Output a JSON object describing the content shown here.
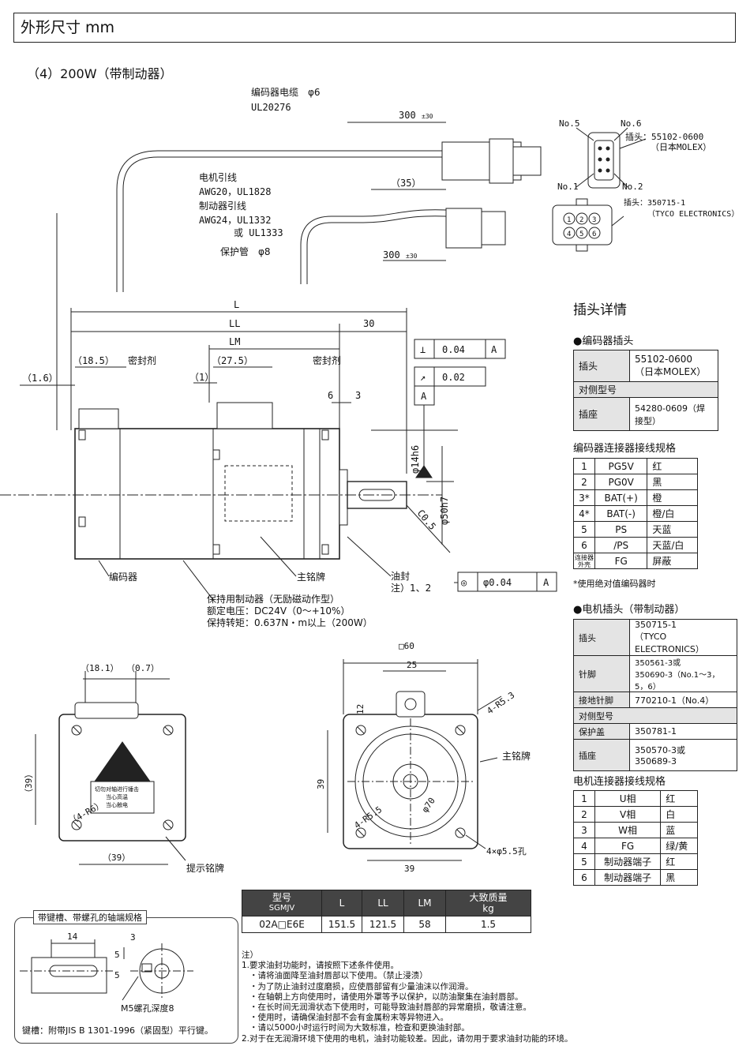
{
  "header": {
    "title": "外形尺寸 mm"
  },
  "subtitle": "（4）200W（带制动器）",
  "drawing": {
    "encoder_cable": "编码器电缆　φ6",
    "encoder_cable_ul": "UL20276",
    "len_300a": "300",
    "tol_30": "±30",
    "motor_lead": "电机引线",
    "motor_lead_awg": "AWG20，UL1828",
    "brake_lead": "制动器引线",
    "brake_lead_awg": "AWG24，UL1332",
    "brake_lead_or": "或 UL1333",
    "dim_35": "（35）",
    "tube": "保护管　φ8",
    "len_300b": "300",
    "L": "L",
    "LL": "LL",
    "LM": "LM",
    "d30": "30",
    "d18_5": "（18.5）",
    "sealant1": "密封剂",
    "d27_5": "（27.5）",
    "sealant2": "密封剂",
    "d1_6": "（1.6）",
    "d1": "（1）",
    "d6": "6",
    "d3": "3",
    "perp_sym": "⊥",
    "perp_val": "0.04",
    "datum_a": "A",
    "runout_sym": "↗",
    "runout_val": "0.02",
    "datum_a2": "A",
    "shaft_dia": "φ14h6",
    "pilot_dia": "φ50h7",
    "chamfer": "C0.5",
    "encoder": "编码器",
    "nameplate": "主铭牌",
    "oil_seal": "油封",
    "oil_note": "注）1、2",
    "conc_sym": "◎",
    "conc_val": "φ0.04",
    "datum_a3": "A",
    "brake_title": "保持用制动器（无励磁动作型）",
    "brake_volt": "额定电压：DC24V（0～+10%）",
    "brake_torque": "保持转矩：0.637N・m以上（200W）",
    "d18_1": "（18.1）",
    "d0_7": "（0.7）",
    "d39a": "（39）",
    "r6": "（4-R6）",
    "d39b": "（39）",
    "warning_plate": "提示铭牌",
    "warn_text_1": "切勿对轴进行锤击",
    "warn_text_2": "当心高温",
    "warn_text_3": "当心触电",
    "sq60": "□60",
    "d25": "25",
    "d12": "12",
    "r5_3": "4-R5.3",
    "d39c": "39",
    "r5_5": "4-R5.5",
    "d70": "φ70",
    "holes": "4×φ5.5孔",
    "d39d": "39",
    "nameplate2": "主铭牌",
    "conn_no5": "No.5",
    "conn_no6": "No.6",
    "conn_no1": "No.1",
    "conn_no2": "No.2",
    "conn_enc_pn": "插头：55102-0600",
    "conn_enc_mfr": "（日本MOLEX）",
    "conn_mot_pn": "插头：350715-1",
    "conn_mot_mfr": "（TYCO ELECTRONICS）",
    "pins": [
      "1",
      "2",
      "3",
      "4",
      "5",
      "6"
    ]
  },
  "shaft_box": {
    "title": "带键槽、带螺孔的轴端规格",
    "d14": "14",
    "d3": "3",
    "d5": "5",
    "d5b": "5",
    "screw": "M5螺孔深度8",
    "key": "键槽：附带JIS B 1301-1996（紧固型）平行键。"
  },
  "right": {
    "title": "插头详情",
    "enc_plug_title": "●编码器插头",
    "enc_plug": {
      "plug_label": "插头",
      "plug_pn": "55102-0600",
      "plug_mfr": "（日本MOLEX）",
      "mate_label": "对侧型号",
      "socket_label": "插座",
      "socket_pn": "54280-0609（焊接型）"
    },
    "enc_wiring_title": "编码器连接器接线规格",
    "enc_wiring": [
      {
        "n": "1",
        "sig": "PG5V",
        "color": "红"
      },
      {
        "n": "2",
        "sig": "PG0V",
        "color": "黑"
      },
      {
        "n": "3*",
        "sig": "BAT(+)",
        "color": "橙"
      },
      {
        "n": "4*",
        "sig": "BAT(-)",
        "color": "橙/白"
      },
      {
        "n": "5",
        "sig": "PS",
        "color": "天蓝"
      },
      {
        "n": "6",
        "sig": "/PS",
        "color": "天蓝/白"
      },
      {
        "n": "连接器外壳",
        "sig": "FG",
        "color": "屏蔽"
      }
    ],
    "enc_note": "*使用绝对值编码器时",
    "mot_plug_title": "●电机插头（带制动器）",
    "mot_plug": {
      "plug_label": "插头",
      "plug_pn": "350715-1",
      "plug_mfr": "（TYCO ELECTRONICS）",
      "pin_label": "针脚",
      "pin_a": "350561-3或",
      "pin_b": "350690-3（No.1～3，5，6）",
      "gpin_label": "接地针脚",
      "gpin": "770210-1（No.4）",
      "mate_label": "对侧型号",
      "cover_label": "保护盖",
      "cover": "350781-1",
      "socket_label": "插座",
      "socket_a": "350570-3或",
      "socket_b": "350689-3"
    },
    "mot_wiring_title": "电机连接器接线规格",
    "mot_wiring": [
      {
        "n": "1",
        "sig": "U相",
        "color": "红"
      },
      {
        "n": "2",
        "sig": "V相",
        "color": "白"
      },
      {
        "n": "3",
        "sig": "W相",
        "color": "蓝"
      },
      {
        "n": "4",
        "sig": "FG",
        "color": "绿/黄"
      },
      {
        "n": "5",
        "sig": "制动器端子",
        "color": "红"
      },
      {
        "n": "6",
        "sig": "制动器端子",
        "color": "黑"
      }
    ]
  },
  "model_table": {
    "headers": [
      "型号",
      "SGMJV",
      "L",
      "LL",
      "LM",
      "大致质量",
      "kg"
    ],
    "row": {
      "model": "02A□E6E",
      "L": "151.5",
      "LL": "121.5",
      "LM": "58",
      "mass": "1.5"
    }
  },
  "notes": [
    "注）",
    "1.要求油封功能时，请按照下述条件使用。",
    "・请将油面降至油封唇部以下使用。（禁止浸渍）",
    "・为了防止油封过度磨损，应使唇部留有少量油沫以作润滑。",
    "・在轴朝上方向使用时，请使用外罩等予以保护，以防油聚集在油封唇部。",
    "・在长时间无润滑状态下使用时，可能导致油封唇部的异常磨损，敬请注意。",
    "・使用时，请确保油封部不会有金属粉末等异物进入。",
    "・请以5000小时运行时间为大致标准，检查和更换油封部。",
    "2.对于在无润滑环境下使用的电机，油封功能较差。因此，请勿用于要求油封功能的环境。"
  ]
}
